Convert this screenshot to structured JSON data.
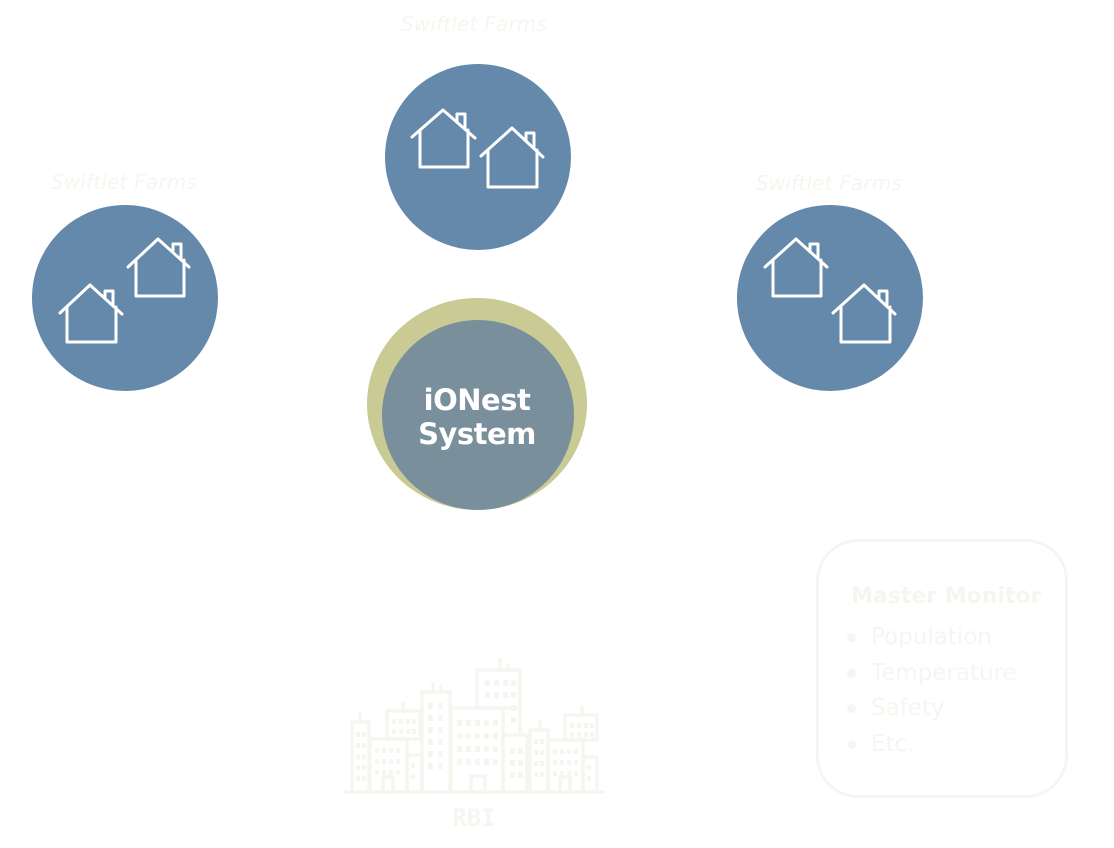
{
  "diagram": {
    "farms": [
      {
        "label": "Swiftlet Farms",
        "icon": "two-houses-icon",
        "position": "top"
      },
      {
        "label": "Swiftlet Farms",
        "icon": "two-houses-icon",
        "position": "left"
      },
      {
        "label": "Swiftlet Farms",
        "icon": "two-houses-icon",
        "position": "right"
      }
    ],
    "hub": {
      "line1": "iONest",
      "line2": "System"
    },
    "rbi": {
      "label": "RBI",
      "icon": "city-buildings-icon"
    },
    "master_monitor": {
      "title": "Master Monitor",
      "items": [
        "Population",
        "Temperature",
        "Safety",
        "Etc."
      ]
    },
    "colors": {
      "farm_circle": "#6589aa",
      "hub_outer": "#c9ca94",
      "hub_inner": "#798f9c",
      "faint_text": "#f6f6f0",
      "background": "#ffffff"
    }
  }
}
